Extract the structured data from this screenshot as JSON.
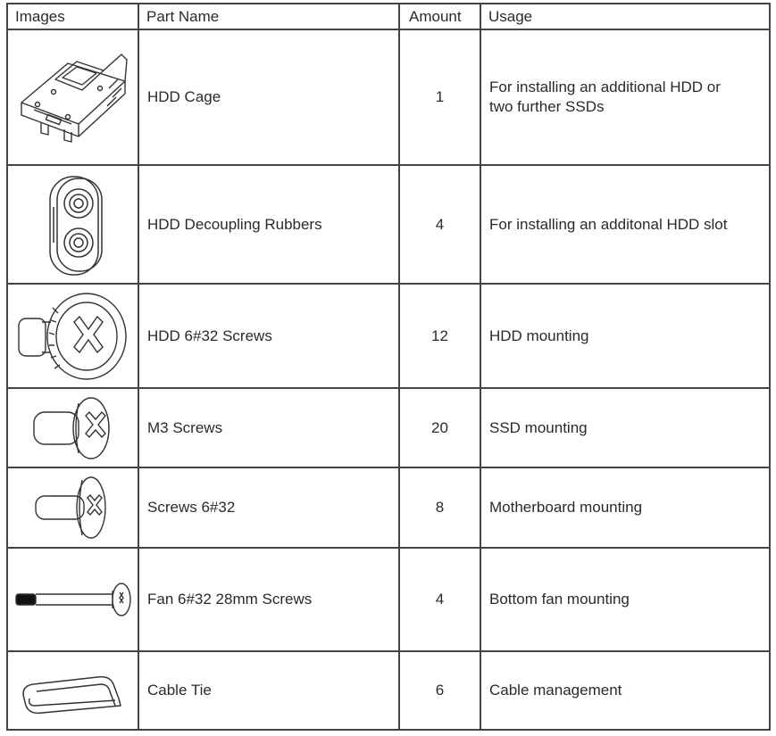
{
  "headers": {
    "images": "Images",
    "part_name": "Part Name",
    "amount": "Amount",
    "usage": "Usage"
  },
  "rows": [
    {
      "icon": "hdd-cage-icon",
      "name": "HDD Cage",
      "amount": "1",
      "usage": "For installing an additional HDD or two further SSDs"
    },
    {
      "icon": "decoupling-rubber-icon",
      "name": "HDD Decoupling Rubbers",
      "amount": "4",
      "usage": "For installing an additonal HDD slot"
    },
    {
      "icon": "thumb-screw-icon",
      "name": "HDD 6#32 Screws",
      "amount": "12",
      "usage": "HDD mounting"
    },
    {
      "icon": "m3-screw-icon",
      "name": "M3 Screws",
      "amount": "20",
      "usage": "SSD mounting"
    },
    {
      "icon": "screw-icon",
      "name": "Screws 6#32",
      "amount": "8",
      "usage": "Motherboard  mounting"
    },
    {
      "icon": "long-screw-icon",
      "name": "Fan 6#32 28mm Screws",
      "amount": "4",
      "usage": "Bottom  fan  mounting"
    },
    {
      "icon": "cable-tie-icon",
      "name": "Cable Tie",
      "amount": "6",
      "usage": "Cable management"
    }
  ]
}
